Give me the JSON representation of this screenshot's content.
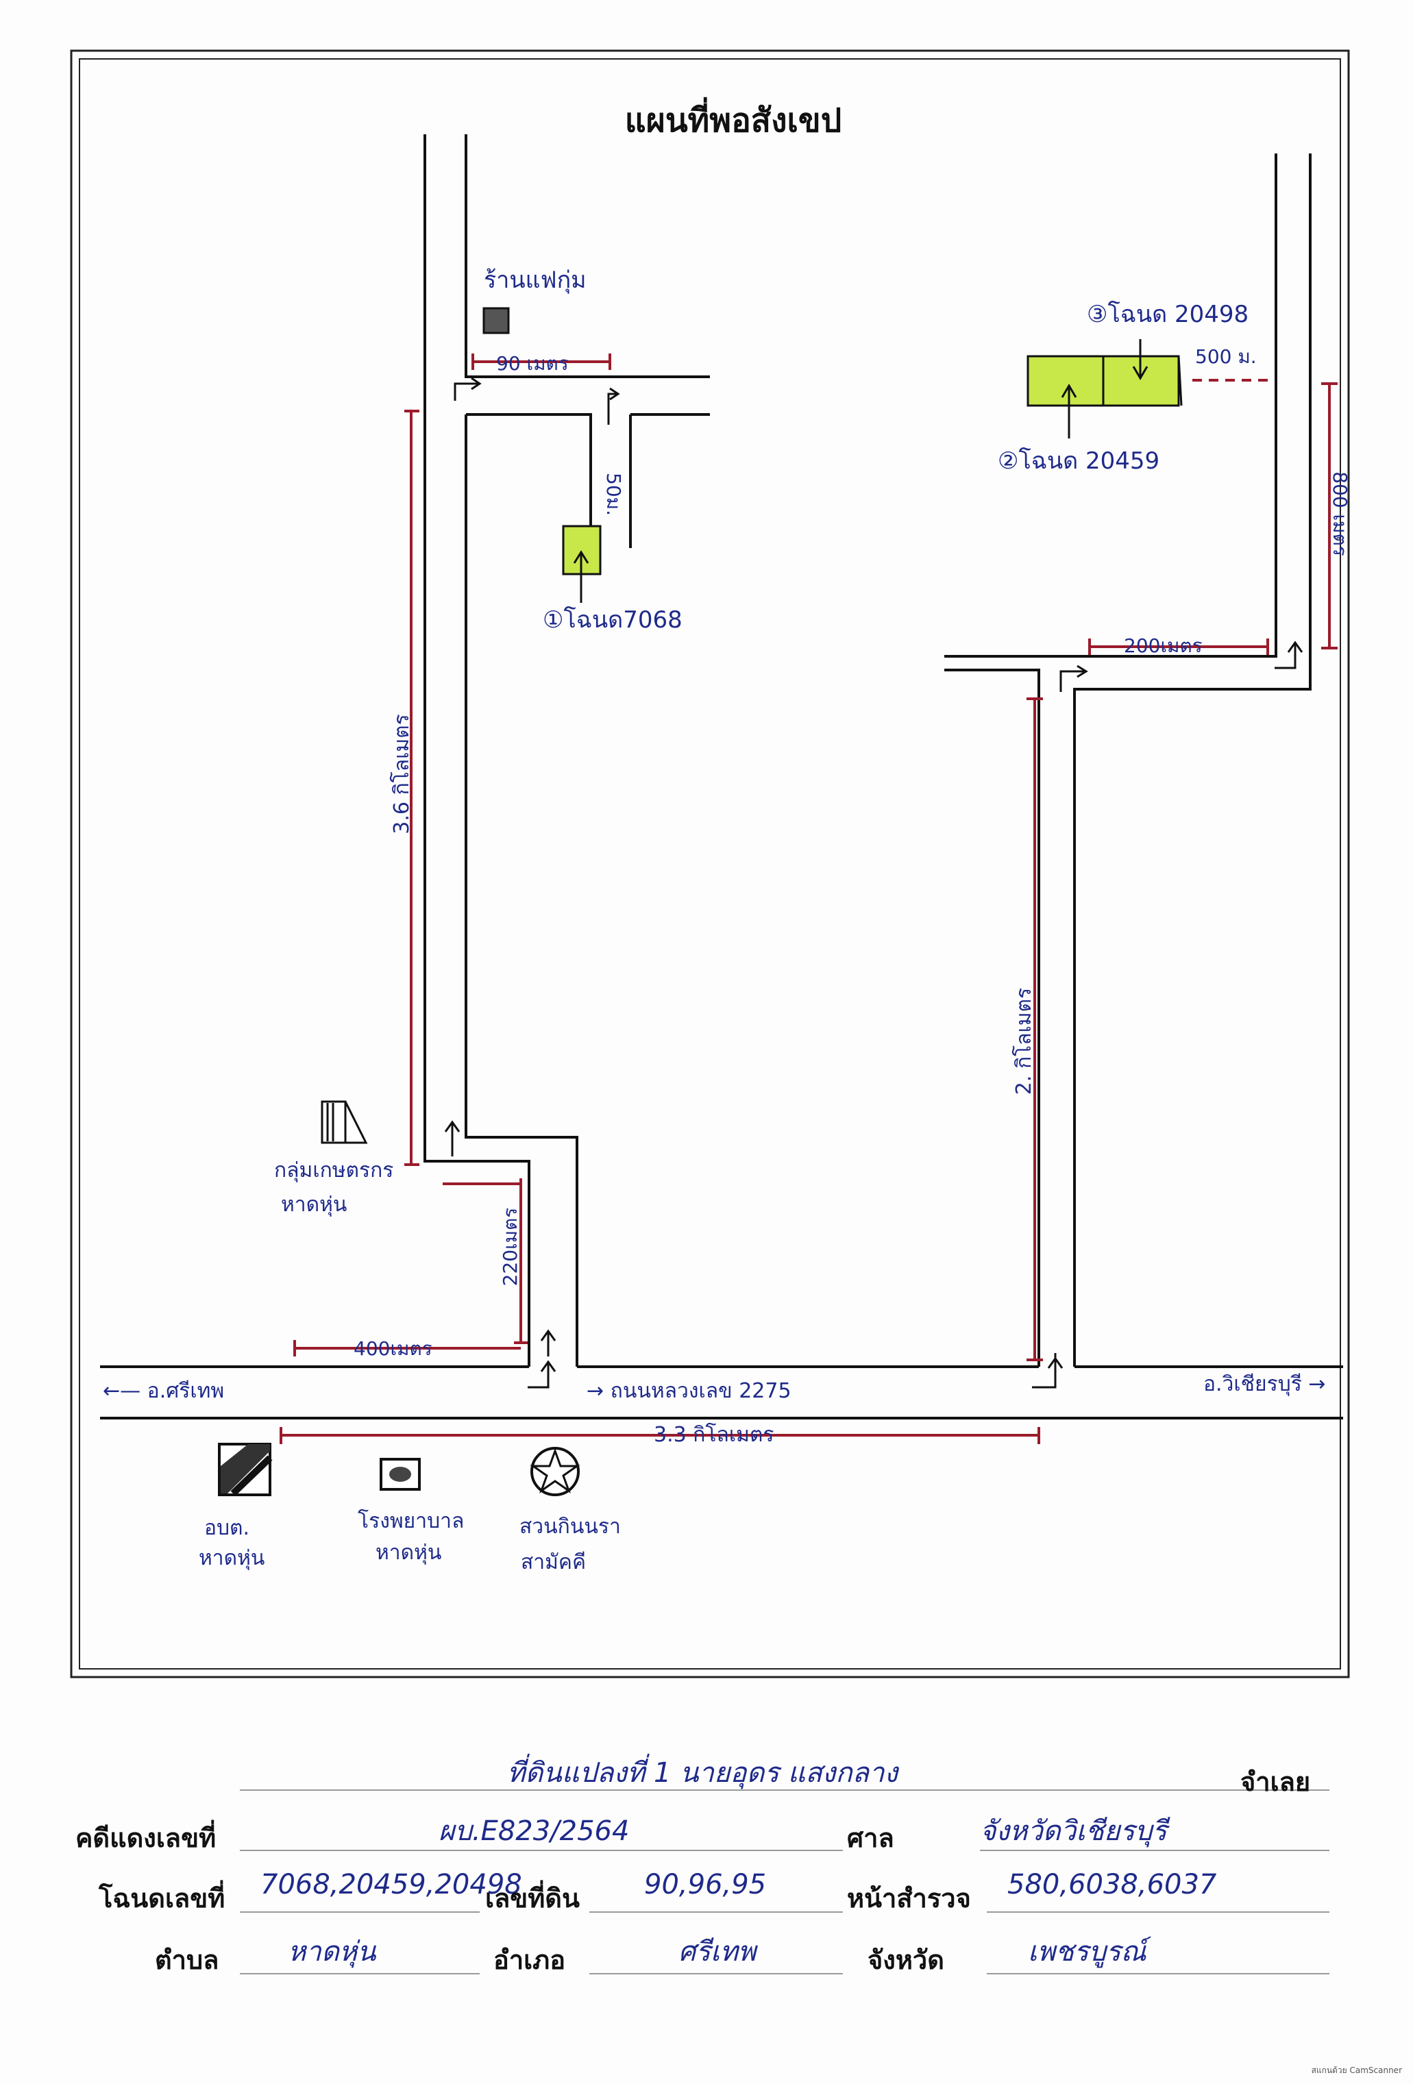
{
  "map": {
    "title": "แผนที่พอสังเขป",
    "places": {
      "shop": "ร้านแฟกุ่ม",
      "land_1": "①โฉนด7068",
      "land_2": "②โฉนด 20459",
      "land_3": "③โฉนด 20498",
      "group_building": "กลุ่มเกษตรกร",
      "group_building_2": "หาดหุ่น",
      "sao": "อบต.",
      "sao_2": "หาดหุ่น",
      "hospital": "โรงพยาบาล",
      "hospital_2": "หาดหุ่น",
      "temple": "สวนกินนรา",
      "temple_2": "สามัคคี"
    },
    "roads": {
      "main_road": "→ ถนนหลวงเลข 2275",
      "to_west": "←— อ.ศรีเทพ",
      "to_east": "อ.วิเชียรบุรี →"
    },
    "distances": {
      "d90m": "90 เมตร",
      "d50m": "50ม.",
      "d36km": "3.6 กิโลเมตร",
      "d220m": "220เมตร",
      "d400m": "400เมตร",
      "d33km": "3.3 กิโลเมตร",
      "d2km": "2. กิโลเมตร",
      "d200m_right": "200เมตร",
      "d500m": "500 ม.",
      "d800m": "800 เมตร"
    },
    "colors": {
      "land_fill": "#c8e84a",
      "distance_line": "#9b1c2c",
      "road_line": "#111111",
      "handwriting": "#1e2a8a"
    }
  },
  "form": {
    "row0": {
      "value": "ที่ดินแปลงที่ 1 นายอุดร แสงกลาง",
      "tail_label": "จำเลย"
    },
    "row1": {
      "label": "คดีแดงเลขที่",
      "value": "ผบ.E823/2564",
      "label2": "ศาล",
      "value2": "จังหวัดวิเชียรบุรี"
    },
    "row2": {
      "label": "โฉนดเลขที่",
      "value": "7068,20459,20498",
      "label2": "เลขที่ดิน",
      "value2": "90,96,95",
      "label3": "หน้าสำรวจ",
      "value3": "580,6038,6037"
    },
    "row3": {
      "label": "ตำบล",
      "value": "หาดหุ่น",
      "label2": "อำเภอ",
      "value2": "ศรีเทพ",
      "label3": "จังหวัด",
      "value3": "เพชรบูรณ์"
    }
  },
  "watermark": "สแกนด้วย CamScanner"
}
